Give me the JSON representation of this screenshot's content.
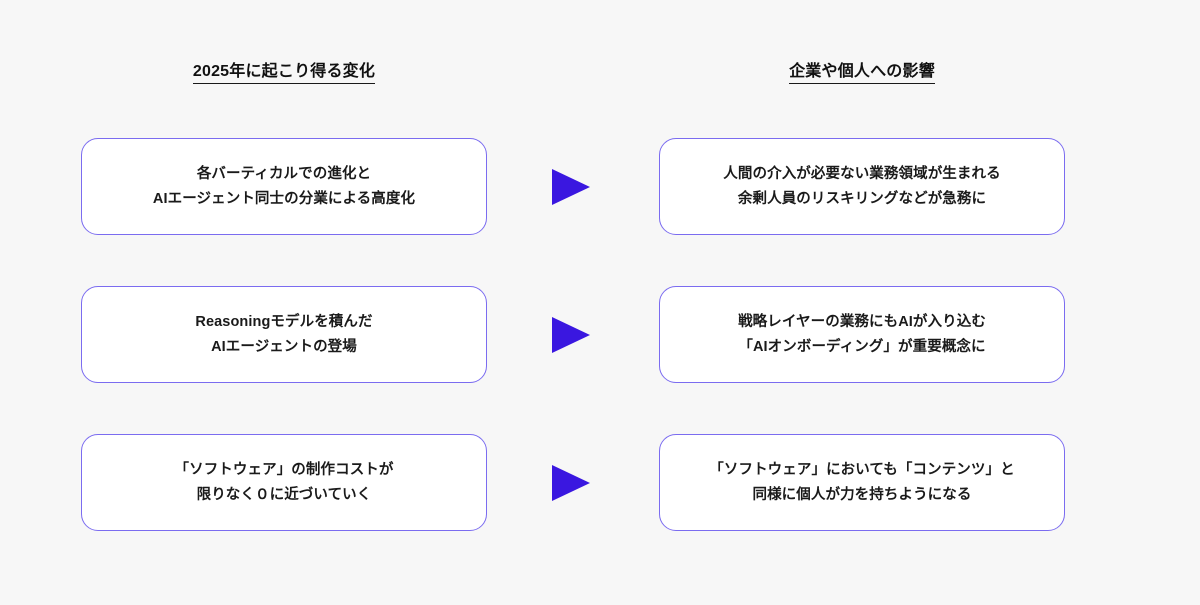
{
  "theme": {
    "background": "#f7f7f7",
    "card_background": "#ffffff",
    "card_border": "#7b6cf0",
    "arrow_color": "#3a17e0",
    "text_color": "#1a1a1a"
  },
  "columns": {
    "left_header": "2025年に起こり得る変化",
    "right_header": "企業や個人への影響"
  },
  "rows": [
    {
      "left": "各バーティカルでの進化と\nAIエージェント同士の分業による高度化",
      "arrow": "right-arrow-icon",
      "right": "人間の介入が必要ない業務領域が生まれる\n余剰人員のリスキリングなどが急務に"
    },
    {
      "left": "Reasoningモデルを積んだ\nAIエージェントの登場",
      "arrow": "right-arrow-icon",
      "right": "戦略レイヤーの業務にもAIが入り込む\n「AIオンボーディング」が重要概念に"
    },
    {
      "left": "「ソフトウェア」の制作コストが\n限りなく０に近づいていく",
      "arrow": "right-arrow-icon",
      "right": "「ソフトウェア」においても「コンテンツ」と\n同様に個人が力を持ちようになる"
    }
  ]
}
